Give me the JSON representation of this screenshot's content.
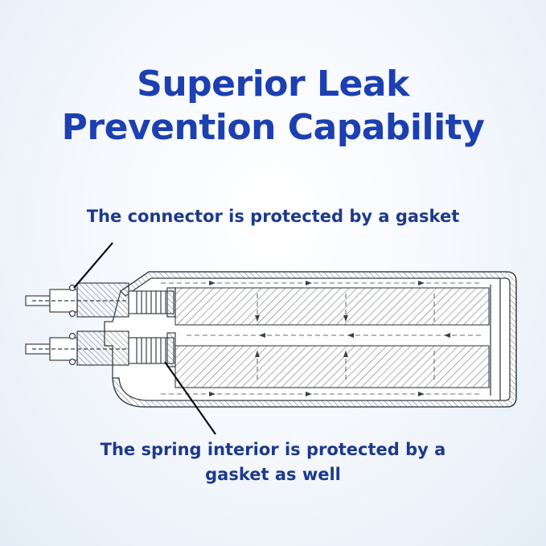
{
  "title": {
    "line1": "Superior Leak",
    "line2": "Prevention Capability"
  },
  "callouts": {
    "top": "The connector is protected by a gasket",
    "bottom_line1": "The spring interior is protected by a",
    "bottom_line2": "gasket as well"
  },
  "colors": {
    "title": "#1c3fb2",
    "caption": "#1c3a8c",
    "line_art": "#3a3f4a",
    "background": "#eef3f9"
  }
}
